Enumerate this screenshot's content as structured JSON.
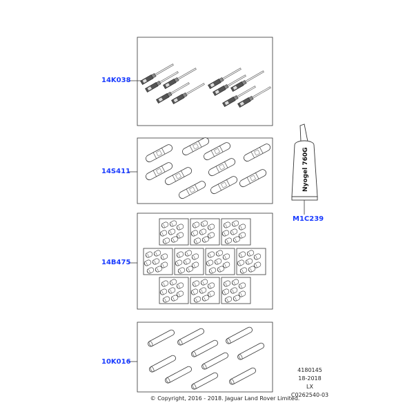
{
  "parts": [
    {
      "code": "14K038",
      "kind": "pins"
    },
    {
      "code": "14S411",
      "kind": "splices"
    },
    {
      "code": "14B475",
      "kind": "packs"
    },
    {
      "code": "10K016",
      "kind": "tubes"
    }
  ],
  "grease": {
    "code": "M1C239",
    "tube_text": "Nyogel 760G"
  },
  "reference": [
    "4180145",
    "18-2018",
    "LX",
    "C0262540-03"
  ],
  "copyright": "© Copyright, 2016 - 2018. Jaguar Land Rover Limited."
}
